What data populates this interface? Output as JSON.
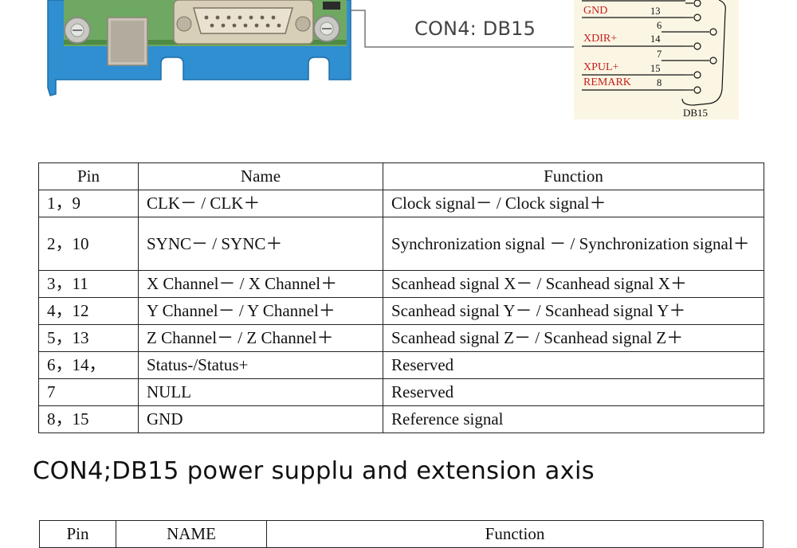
{
  "callout": {
    "label": "CON4: DB15"
  },
  "schematic": {
    "caption": "DB15",
    "rows": [
      {
        "label": "GND",
        "num": "13"
      },
      {
        "label": "",
        "num": "6"
      },
      {
        "label": "XDIR+",
        "num": "14"
      },
      {
        "label": "",
        "num": "7"
      },
      {
        "label": "XPUL+",
        "num": "15"
      },
      {
        "label": "REMARK",
        "num": "8"
      }
    ]
  },
  "table1": {
    "headers": {
      "pin": "Pin",
      "name": "Name",
      "function": "Function"
    },
    "rows": [
      {
        "pin": "1，9",
        "name": "CLK－ / CLK＋",
        "function": "Clock signal－ / Clock signal＋"
      },
      {
        "pin": "2，10",
        "name": "SYNC－ / SYNC＋",
        "function": "Synchronization signal － / Synchronization signal＋"
      },
      {
        "pin": "3，11",
        "name": "X Channel－ / X Channel＋",
        "function": "Scanhead signal X－ / Scanhead signal X＋"
      },
      {
        "pin": "4，12",
        "name": "Y Channel－ / Y Channel＋",
        "function": "Scanhead signal Y－ / Scanhead signal Y＋"
      },
      {
        "pin": "5，13",
        "name": "Z Channel－ / Z Channel＋",
        "function": "Scanhead signal Z－ / Scanhead signal Z＋"
      },
      {
        "pin": "6，14，",
        "name": "Status-/Status+",
        "function": "Reserved"
      },
      {
        "pin": "7",
        "name": "NULL",
        "function": "Reserved"
      },
      {
        "pin": "8，15",
        "name": "GND",
        "function": "Reference signal"
      }
    ]
  },
  "section2": {
    "heading": "CON4;DB15 power supplu and extension axis"
  },
  "table2": {
    "headers": {
      "pin": "Pin",
      "name": "NAME",
      "function": "Function"
    }
  },
  "colors": {
    "board_blue": "#2f8fd0",
    "pcb_green": "#6fa862",
    "schematic_red": "#c61e1e",
    "schematic_bg": "#fbf6e3"
  }
}
